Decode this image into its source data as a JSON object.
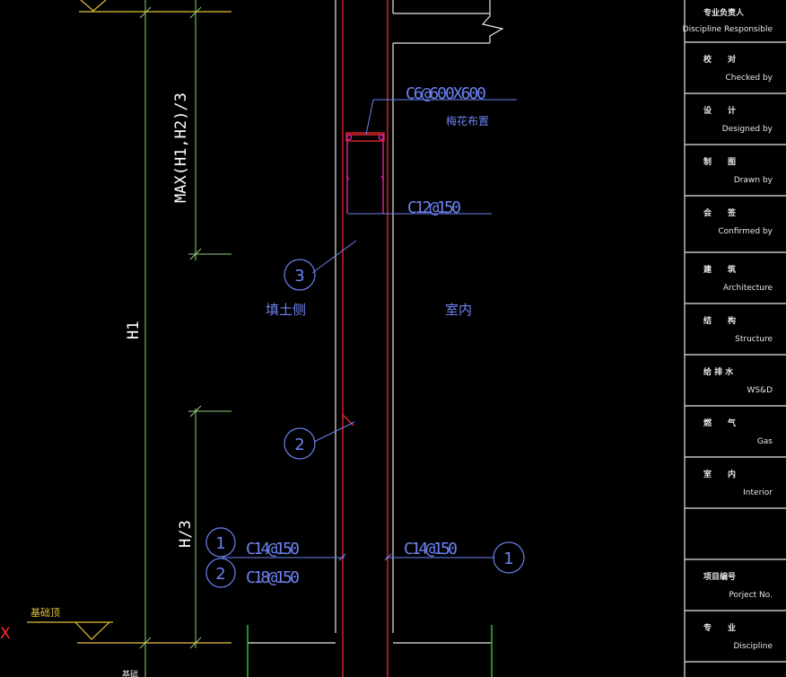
{
  "dimensions": {
    "top": "MAX(H1,H2)/3",
    "overall": "H1",
    "bottom": "H/3"
  },
  "rebar": {
    "top_stirrup": "C6@600X600",
    "top_stirrup_note": "梅花布置",
    "top_main": "C12@150",
    "left_bottom_1": "C14@150",
    "left_bottom_2": "C18@150",
    "right_bottom_1": "C14@150"
  },
  "callouts": {
    "c1": "1",
    "c2": "2",
    "c3": "3"
  },
  "zones": {
    "soil_side": "填土侧",
    "indoor": "室内"
  },
  "left_marks": {
    "level_note": "基础顶",
    "axis_x": "X",
    "bottom_note": "基础"
  },
  "title_block": [
    {
      "cn": "专业负责人",
      "en": "Discipline Responsible"
    },
    {
      "cn": "校　　对",
      "en": "Checked by"
    },
    {
      "cn": "设　　计",
      "en": "Designed by"
    },
    {
      "cn": "制　　图",
      "en": "Drawn by"
    },
    {
      "cn": "会　　签",
      "en": "Confirmed by"
    },
    {
      "cn": "建　　筑",
      "en": "Architecture"
    },
    {
      "cn": "结　　构",
      "en": "Structure"
    },
    {
      "cn": "给 排 水",
      "en": "WS&D"
    },
    {
      "cn": "燃　　气",
      "en": "Gas"
    },
    {
      "cn": "室　　内",
      "en": "Interior"
    },
    {
      "cn": "",
      "en": ""
    },
    {
      "cn": "项目编号",
      "en": "Porject No."
    },
    {
      "cn": "专　　业",
      "en": "Discipline"
    }
  ],
  "colors": {
    "background": "#000000",
    "dimension_green": "#8fd17a",
    "yellow": "#e4c23c",
    "white": "#e6e6e6",
    "red": "#e0262a",
    "blue": "#6c82f2",
    "magenta": "#d01fb0",
    "axis_red": "#ff2a2a",
    "bright_green": "#2fd12f"
  }
}
